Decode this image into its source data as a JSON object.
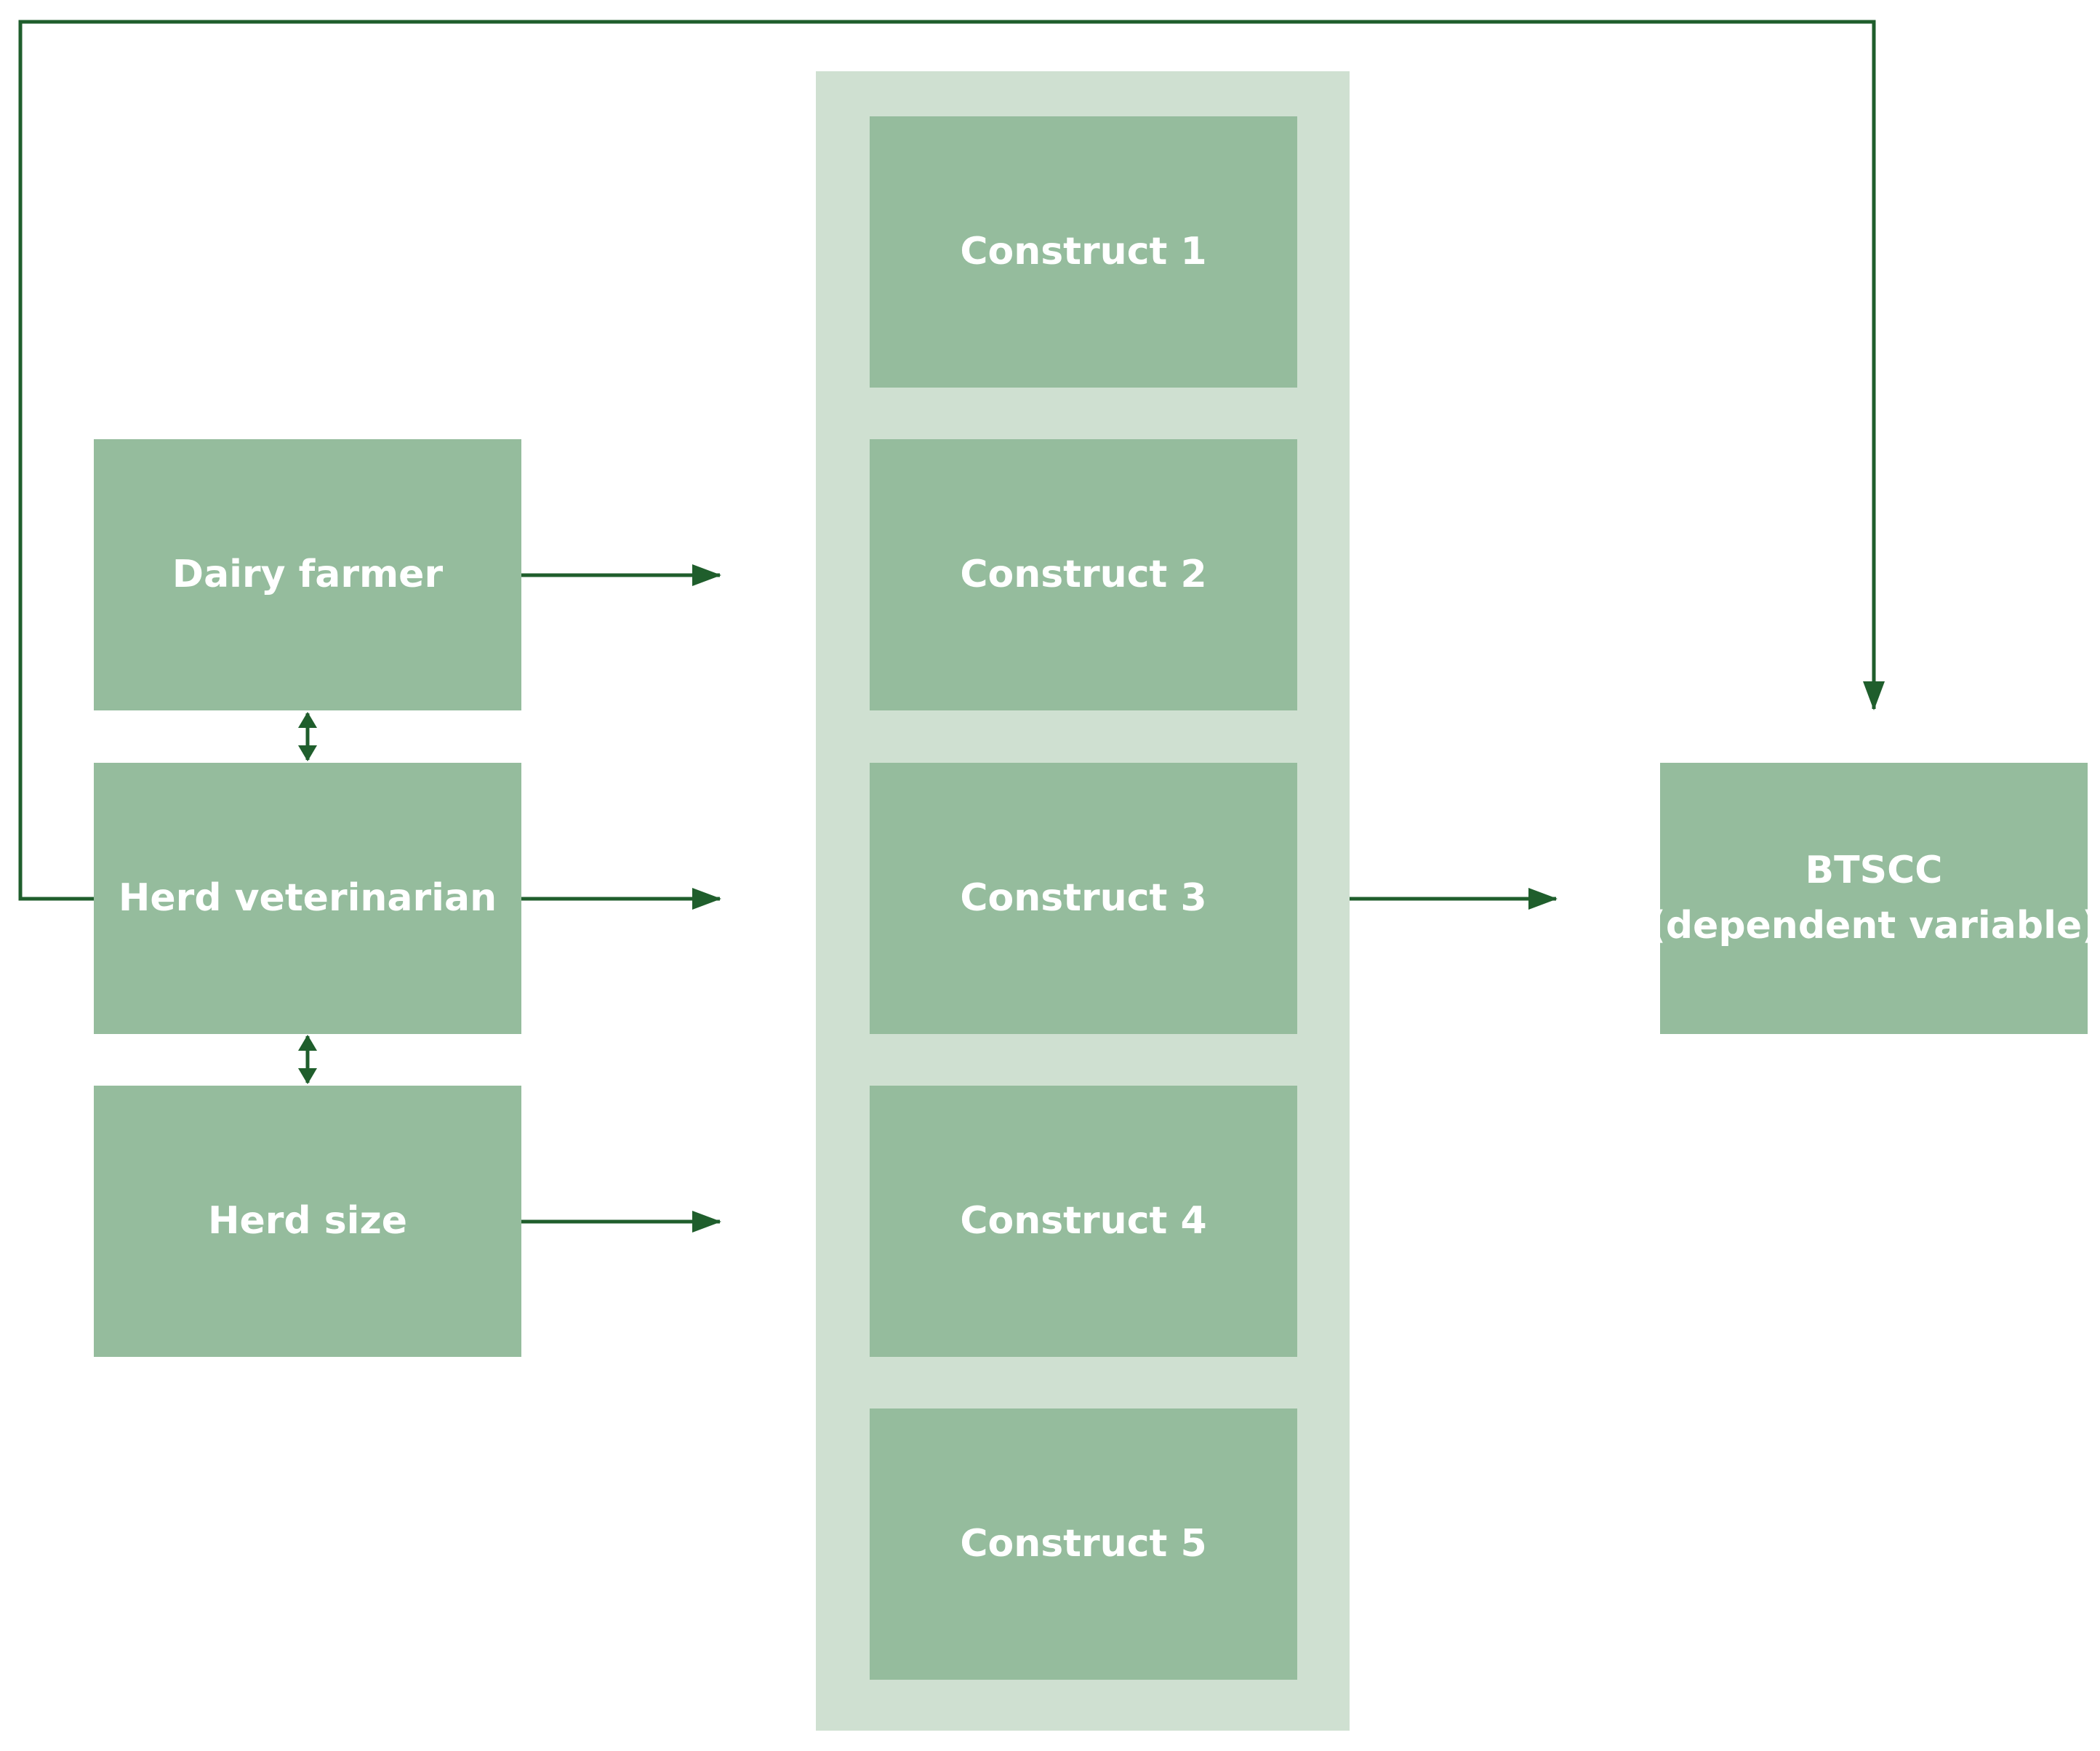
{
  "colors": {
    "box_fill": "#95bc9d",
    "panel_fill": "#cfe0d1",
    "line": "#1f5e2c",
    "text": "#ffffff"
  },
  "left_boxes": [
    {
      "id": "dairy-farmer",
      "label": "Dairy farmer"
    },
    {
      "id": "herd-veterinarian",
      "label": "Herd veterinarian"
    },
    {
      "id": "herd-size",
      "label": "Herd size"
    }
  ],
  "constructs": [
    {
      "id": "construct-1",
      "label": "Construct 1"
    },
    {
      "id": "construct-2",
      "label": "Construct 2"
    },
    {
      "id": "construct-3",
      "label": "Construct 3"
    },
    {
      "id": "construct-4",
      "label": "Construct 4"
    },
    {
      "id": "construct-5",
      "label": "Construct 5"
    }
  ],
  "outcome": {
    "line1": "BTSCC",
    "line2": "(dependent variable)"
  }
}
